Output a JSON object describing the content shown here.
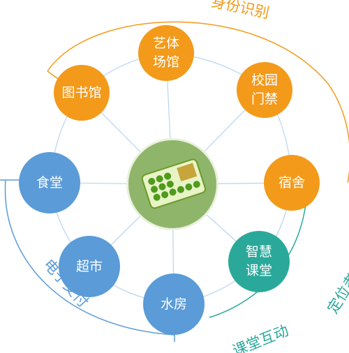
{
  "diagram": {
    "center_item": "card-reader-illustration",
    "nodes": [
      {
        "key": "library",
        "label": "图书馆",
        "color": "#f39a1a"
      },
      {
        "key": "arts",
        "label": "艺体\n场馆",
        "color": "#f39a1a"
      },
      {
        "key": "gate",
        "label": "校园\n门禁",
        "color": "#f39a1a"
      },
      {
        "key": "dorm",
        "label": "宿舍",
        "color": "#f39a1a"
      },
      {
        "key": "classroom",
        "label": "智慧\n课堂",
        "color": "#2aa99b"
      },
      {
        "key": "water",
        "label": "水房",
        "color": "#5a9bd8"
      },
      {
        "key": "market",
        "label": "超市",
        "color": "#5a9bd8"
      },
      {
        "key": "canteen",
        "label": "食堂",
        "color": "#5a9bd8"
      }
    ],
    "groups": [
      {
        "key": "identity",
        "label": "身份识别",
        "color": "#f39a1a"
      },
      {
        "key": "payment",
        "label": "电子支付",
        "color": "#5a9bd8"
      },
      {
        "key": "interact",
        "label": "课堂互动",
        "color": "#2aa99b"
      },
      {
        "key": "attend",
        "label": "定位考勤",
        "color": "#2aa99b"
      }
    ]
  }
}
